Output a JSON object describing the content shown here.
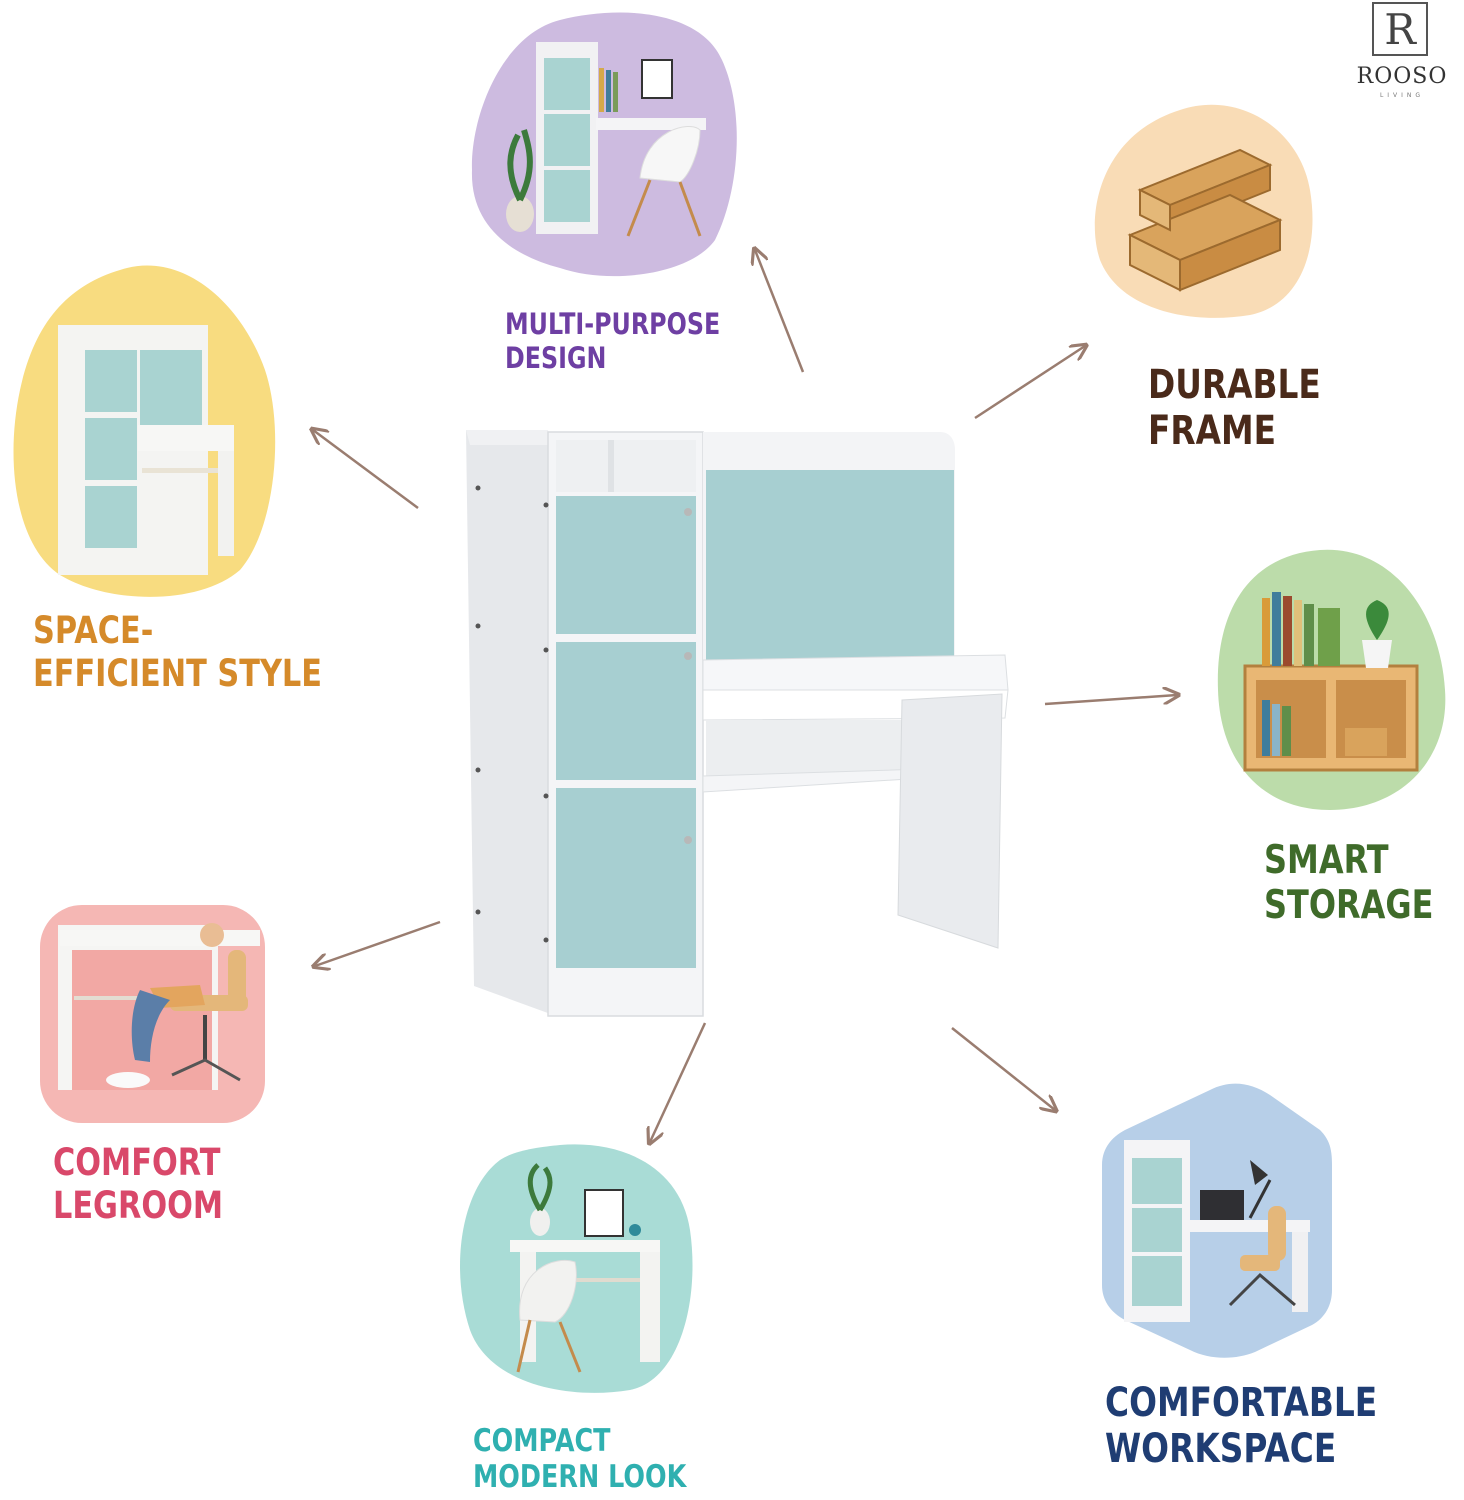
{
  "brand": {
    "logo_letter": "R",
    "name": "ROOSO",
    "tagline": "LIVING"
  },
  "features": {
    "multi_purpose": {
      "line1": "MULTI-PURPOSE",
      "line2": "DESIGN",
      "color": "#6e3fa3"
    },
    "durable_frame": {
      "line1": "DURABLE",
      "line2": "FRAME",
      "color": "#4a2a1a"
    },
    "space_efficient": {
      "line1": "SPACE-",
      "line2": "EFFICIENT STYLE",
      "color": "#d58a2a"
    },
    "smart_storage": {
      "line1": "SMART",
      "line2": "STORAGE",
      "color": "#3f6b2a"
    },
    "comfort_legroom": {
      "line1": "COMFORT",
      "line2": "LEGROOM",
      "color": "#d9486a"
    },
    "compact_modern": {
      "line1": "COMPACT",
      "line2": "MODERN LOOK",
      "color": "#2fb0b0"
    },
    "comfortable_workspace": {
      "line1": "COMFORTABLE",
      "line2": "WORKSPACE",
      "color": "#1f3d73"
    }
  },
  "colors": {
    "desk_white": "#f4f5f7",
    "panel_mint": "#a7cfd1",
    "arrow": "#9a7d70"
  }
}
